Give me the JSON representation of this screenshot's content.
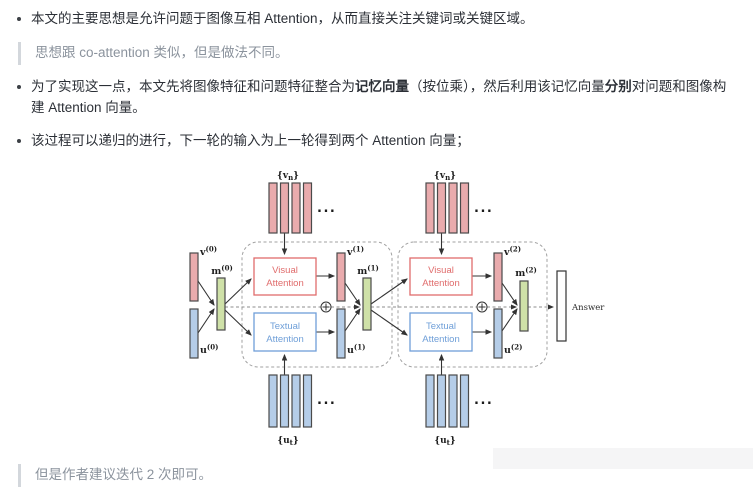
{
  "content": {
    "bullet1": "本文的主要思想是允许问题于图像互相 Attention，从而直接关注关键词或关键区域。",
    "quote1": "思想跟 co-attention 类似，但是做法不同。",
    "bullet2": {
      "part1": "为了实现这一点，本文先将图像特征和问题特征整合为",
      "bold1": "记忆向量",
      "part2": "（按位乘），然后利用该记忆向量",
      "bold2": "分别",
      "part3": "对问题和图像构建 Attention 向量。"
    },
    "bullet3": "该过程可以递归的进行，下一轮的输入为上一轮得到两个 Attention 向量；",
    "quote2": "但是作者建议迭代 2 次即可。"
  },
  "diagram": {
    "type": "architecture",
    "description": "Recursive dual-attention memory network: image features {vn} and question features {ut} feed Visual/Textual Attention over two hops producing v,u,m vectors and an Answer",
    "top_input_label": {
      "pre": "{v",
      "sub": "n",
      "post": "}"
    },
    "bottom_input_label": {
      "pre": "{u",
      "sub": "t",
      "post": "}"
    },
    "ellipsis": "...",
    "oplus_symbol": "⊕",
    "answer_label": "Answer",
    "visual_box": {
      "line1": "Visual",
      "line2": "Attention"
    },
    "textual_box": {
      "line1": "Textual",
      "line2": "Attention"
    },
    "labels": {
      "v0": {
        "base": "v",
        "sup": "(0)"
      },
      "m0": {
        "base": "m",
        "sup": "(0)"
      },
      "u0": {
        "base": "u",
        "sup": "(0)"
      },
      "v1": {
        "base": "v",
        "sup": "(1)"
      },
      "m1": {
        "base": "m",
        "sup": "(1)"
      },
      "u1": {
        "base": "u",
        "sup": "(1)"
      },
      "v2": {
        "base": "v",
        "sup": "(2)"
      },
      "m2": {
        "base": "m",
        "sup": "(2)"
      },
      "u2": {
        "base": "u",
        "sup": "(2)"
      }
    },
    "colors": {
      "visual_bar_fill": "#e9abad",
      "textual_bar_fill": "#b5cde8",
      "memory_bar_fill": "#cfe1a8",
      "answer_bar_fill": "#ffffff",
      "visual_box_border": "#e06c6c",
      "textual_box_border": "#6f9fd8",
      "bar_border": "#4a4a4a",
      "dashed_line": "#8c8c8c",
      "arrow": "#333333"
    }
  }
}
